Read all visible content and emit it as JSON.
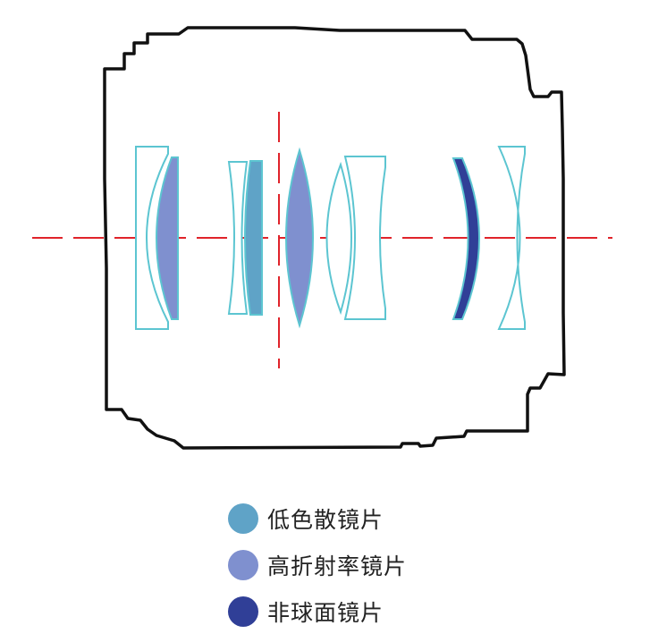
{
  "colors": {
    "housing": "#111111",
    "element_outline": "#5cc5d1",
    "optical_axis": "#e0232a",
    "low_dispersion": "#5fa3c7",
    "high_refractive": "#7f90cf",
    "aspherical": "#303f97"
  },
  "legend": [
    {
      "key": "low_dispersion",
      "label": "低色散镜片",
      "color": "#5fa3c7"
    },
    {
      "key": "high_refractive",
      "label": "高折射率镜片",
      "color": "#7f90cf"
    },
    {
      "key": "aspherical",
      "label": "非球面镜片",
      "color": "#303f97"
    }
  ]
}
